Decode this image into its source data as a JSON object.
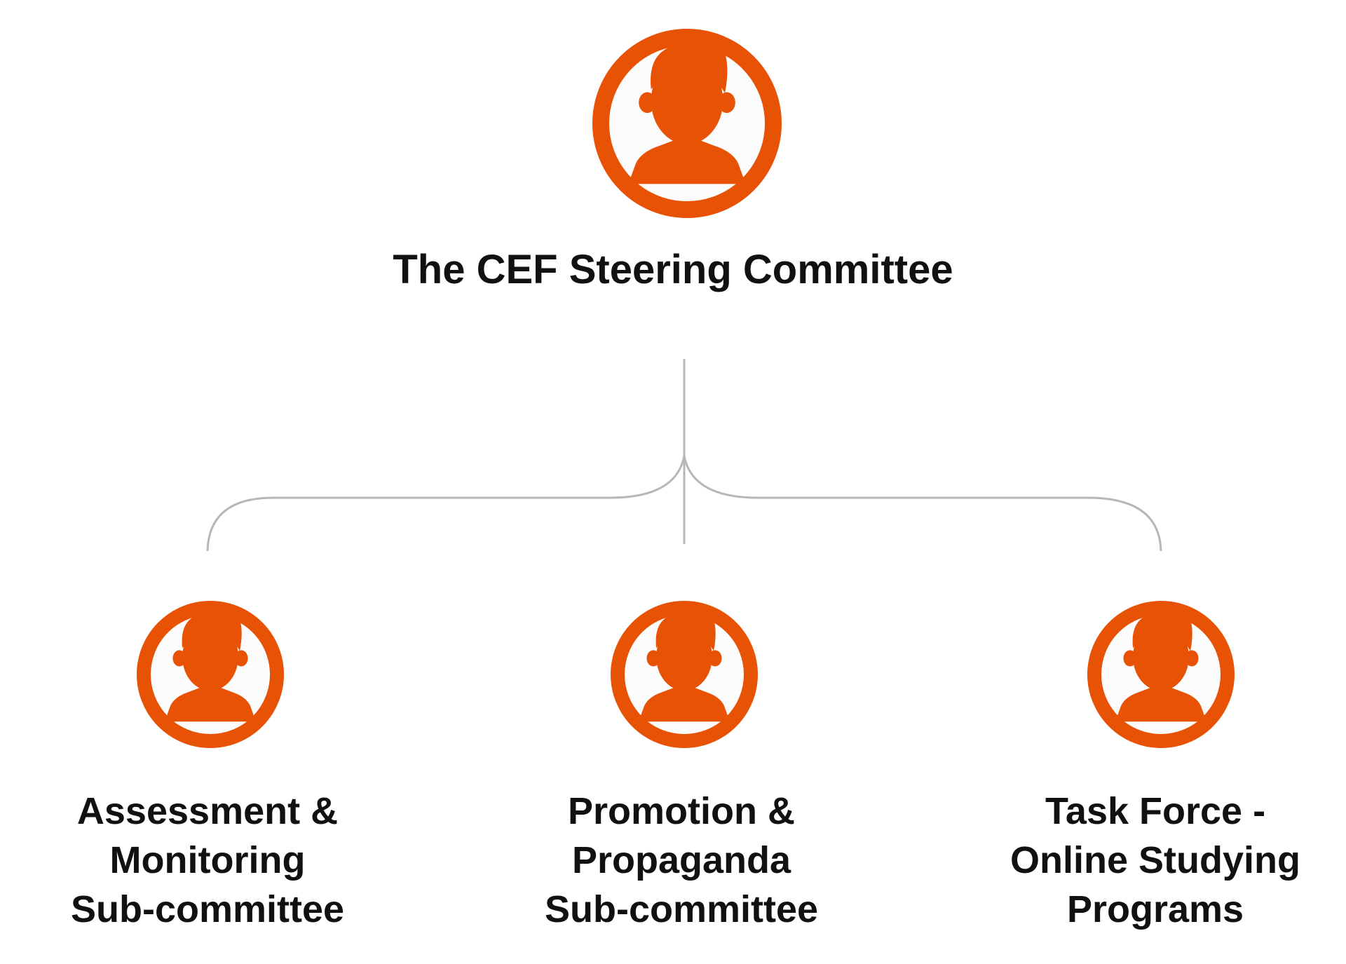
{
  "colors": {
    "accent": "#E85205",
    "connector": "#B7B7B7",
    "text": "#111111",
    "icon_bg": "#FCFCFC"
  },
  "root": {
    "icon": "person-icon",
    "label": "The CEF Steering Committee"
  },
  "children": [
    {
      "icon": "person-icon",
      "label_lines": [
        "Assessment &",
        "Monitoring",
        "Sub-committee"
      ]
    },
    {
      "icon": "person-icon",
      "label_lines": [
        "Promotion &",
        "Propaganda",
        "Sub-committee"
      ]
    },
    {
      "icon": "person-icon",
      "label_lines": [
        "Task Force -",
        "Online Studying",
        "Programs"
      ]
    }
  ]
}
